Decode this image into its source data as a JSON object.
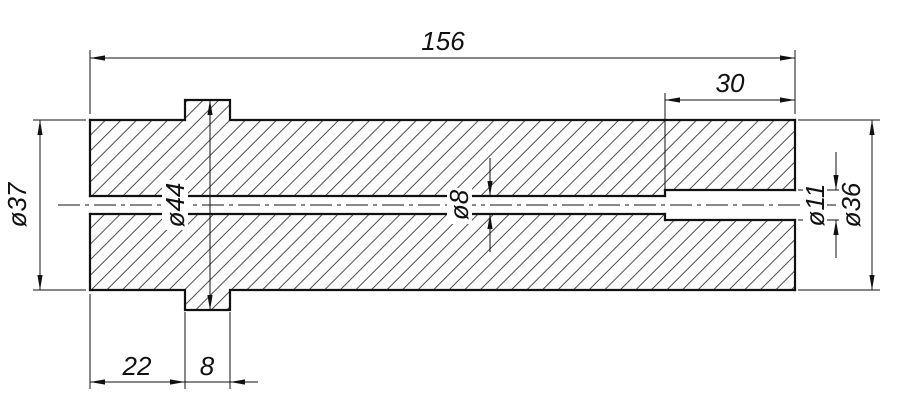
{
  "drawing": {
    "dims": {
      "overall_length": "156",
      "bore_depth": "30",
      "dia_body_left": "ø37",
      "dia_flange": "ø44",
      "dia_hole": "ø8",
      "dia_bore": "ø11",
      "dia_body_right": "ø36",
      "left_section_length": "22",
      "flange_width": "8"
    },
    "colors": {
      "line": "#111111",
      "background": "#ffffff"
    }
  }
}
